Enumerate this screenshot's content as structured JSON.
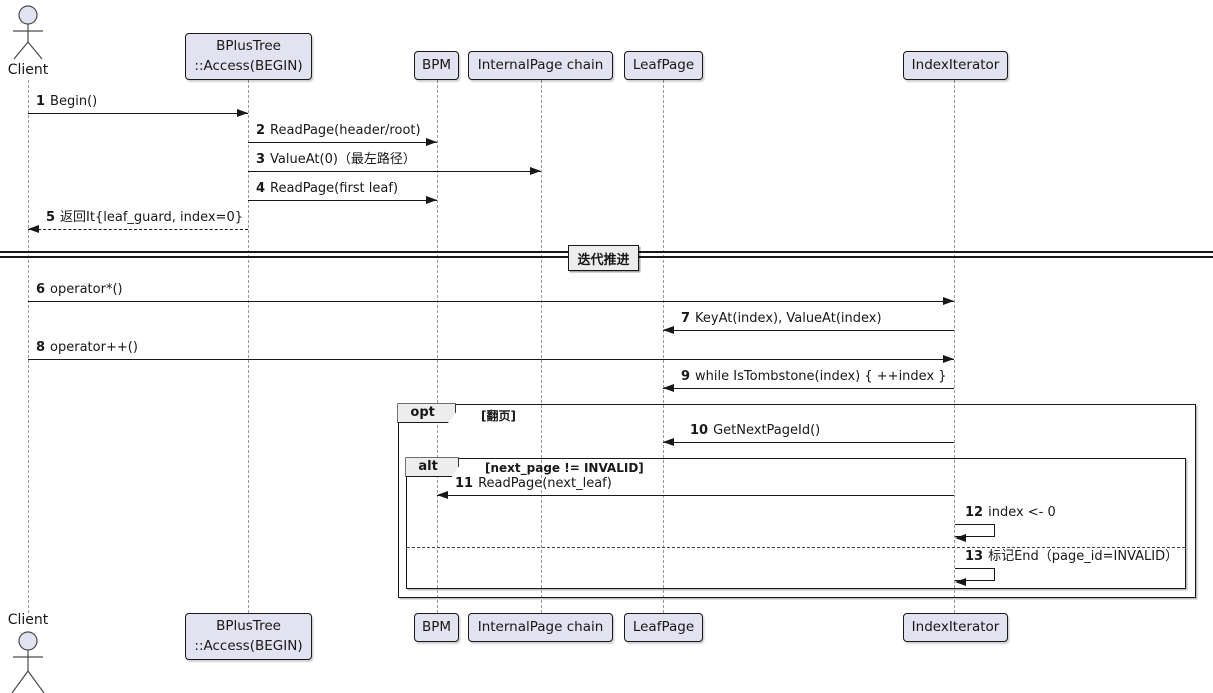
{
  "diagram": {
    "kind": "uml-sequence-diagram",
    "actors": {
      "top": "Client",
      "bottom": "Client"
    },
    "participants": [
      {
        "line1": "BPlusTree",
        "line2": "::Access(BEGIN)"
      },
      {
        "line1": "BPM"
      },
      {
        "line1": "InternalPage chain"
      },
      {
        "line1": "LeafPage"
      },
      {
        "line1": "IndexIterator"
      }
    ],
    "divider": {
      "label": "迭代推进"
    },
    "messages": [
      {
        "num": "1",
        "text": "Begin()"
      },
      {
        "num": "2",
        "text": "ReadPage(header/root)"
      },
      {
        "num": "3",
        "text": "ValueAt(0)（最左路径）"
      },
      {
        "num": "4",
        "text": "ReadPage(first leaf)"
      },
      {
        "num": "5",
        "text": "返回It{leaf_guard, index=0}"
      },
      {
        "num": "6",
        "text": "operator*()"
      },
      {
        "num": "7",
        "text": "KeyAt(index), ValueAt(index)"
      },
      {
        "num": "8",
        "text": "operator++()"
      },
      {
        "num": "9",
        "text": "while IsTombstone(index) { ++index }"
      },
      {
        "num": "10",
        "text": "GetNextPageId()"
      },
      {
        "num": "11",
        "text": "ReadPage(next_leaf)"
      },
      {
        "num": "12",
        "text": "index <- 0"
      },
      {
        "num": "13",
        "text": "标记End（page_id=INVALID）"
      }
    ],
    "frames": {
      "opt": {
        "keyword": "opt",
        "guard": "[翻页]"
      },
      "alt": {
        "keyword": "alt",
        "guard": "[next_page != INVALID]"
      }
    },
    "colors": {
      "participant_fill": "#E2E2F0",
      "frame_label_fill": "#EDEDED",
      "line": "#181818"
    }
  }
}
